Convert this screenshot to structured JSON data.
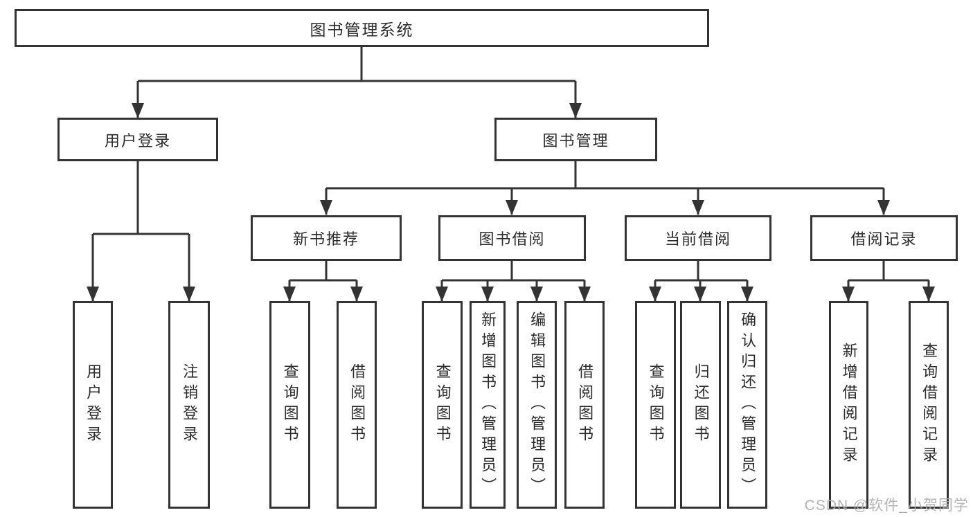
{
  "diagram_title": "图书管理系统",
  "tree": {
    "label": "图书管理系统",
    "children": [
      {
        "label": "用户登录",
        "children": [
          {
            "label": "用户登录"
          },
          {
            "label": "注销登录"
          }
        ]
      },
      {
        "label": "图书管理",
        "children": [
          {
            "label": "新书推荐",
            "children": [
              {
                "label": "查询图书"
              },
              {
                "label": "借阅图书"
              }
            ]
          },
          {
            "label": "图书借阅",
            "children": [
              {
                "label": "查询图书"
              },
              {
                "label": "新增图书（管理员）"
              },
              {
                "label": "编辑图书（管理员）"
              },
              {
                "label": "借阅图书"
              }
            ]
          },
          {
            "label": "当前借阅",
            "children": [
              {
                "label": "查询图书"
              },
              {
                "label": "归还图书"
              },
              {
                "label": "确认归还（管理员）"
              }
            ]
          },
          {
            "label": "借阅记录",
            "children": [
              {
                "label": "新增借阅记录"
              },
              {
                "label": "查询借阅记录"
              }
            ]
          }
        ]
      }
    ]
  },
  "watermark": {
    "text": "CSDN @软件_小贺同学"
  },
  "colors": {
    "line": "#333333",
    "text": "#2b2b2b",
    "background": "#ffffff",
    "watermark": "#acacac"
  }
}
